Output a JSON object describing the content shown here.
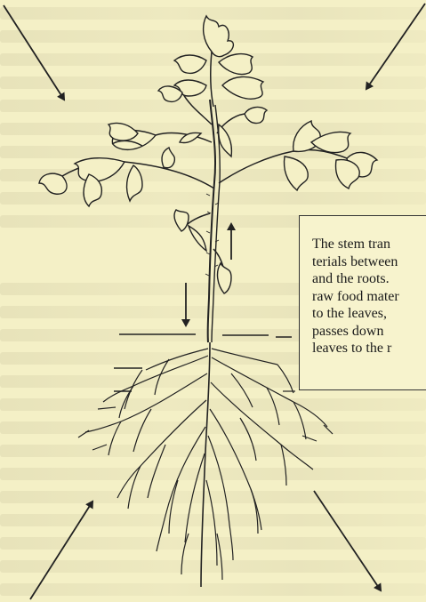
{
  "caption": {
    "lines": [
      "The stem tran",
      "terials between",
      "and the roots.",
      "raw food mater",
      "to the leaves,",
      "passes down",
      "leaves to the r"
    ]
  },
  "figure": {
    "subject": "plant-with-roots",
    "arrow_up": "up-arrow",
    "arrow_down": "down-arrow"
  }
}
